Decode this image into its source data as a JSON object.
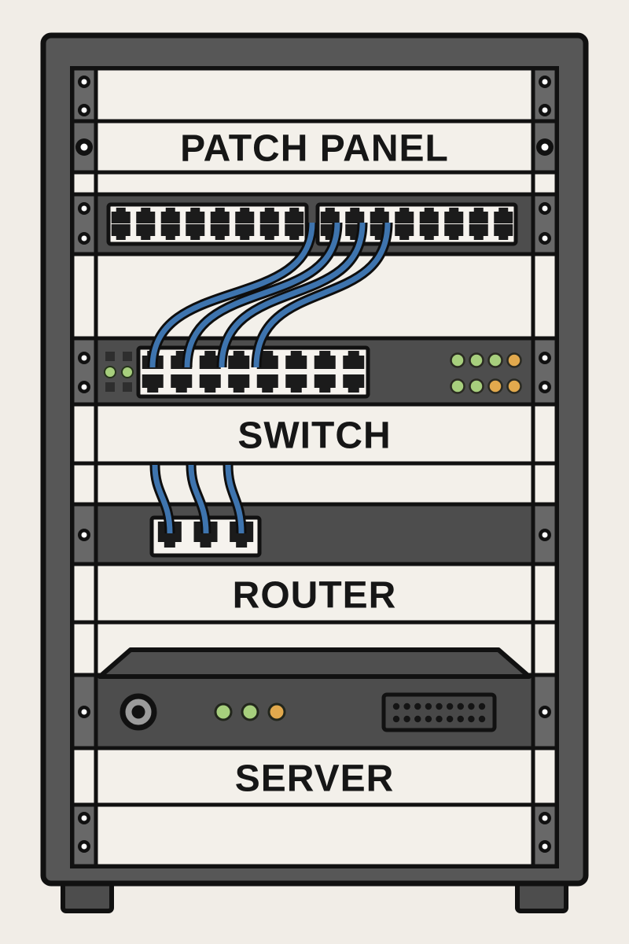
{
  "illustration_title": "Network rack with patch panel, switch, router and server",
  "palette": {
    "background": "#f1ede7",
    "outline": "#111111",
    "frame": "#575757",
    "rail": "#686868",
    "bar": "#4d4d4d",
    "bar_light": "#555555",
    "panel": "#f3f0ea",
    "port": "#1b1b1b",
    "white": "#f6f3ee",
    "cable_blue": "#3e74ae",
    "text": "#161616",
    "led_green": "#a7cf7d",
    "led_orange": "#e2a94d",
    "screw_center": "#ffffff",
    "indicator_dark": "#2e2e2e",
    "power_gray": "#9b9b9b"
  },
  "rack": {
    "labels": {
      "patch_panel": "PATCH PANEL",
      "switch": "SWITCH",
      "router": "ROUTER",
      "server": "SERVER"
    },
    "patch_panel": {
      "port_groups": 2,
      "columns_per_group": 8,
      "rows_per_group": 2
    },
    "switch": {
      "port_columns": 8,
      "port_rows": 2,
      "side_indicator_rows": [
        "square",
        "circle",
        "square"
      ],
      "status_leds": [
        [
          "green",
          "green",
          "green",
          "orange"
        ],
        [
          "green",
          "green",
          "orange",
          "orange"
        ]
      ]
    },
    "router": {
      "ports": 3
    },
    "server": {
      "leds": [
        "green",
        "green",
        "orange"
      ],
      "connector": {
        "pin_rows": 2,
        "pin_columns": 9
      }
    },
    "cables": {
      "patch_to_switch": 4,
      "switch_to_router": 3
    }
  }
}
